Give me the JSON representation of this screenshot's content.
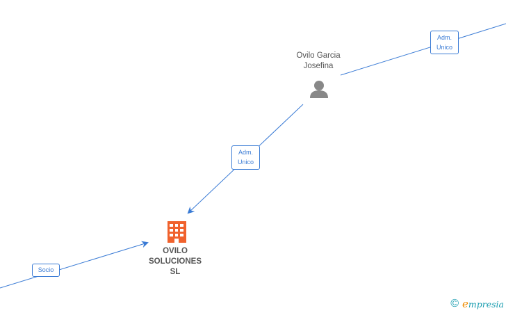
{
  "nodes": {
    "person": {
      "line1": "Ovilo Garcia",
      "line2": "Josefina",
      "icon": "person-icon"
    },
    "company": {
      "line1": "OVILO",
      "line2": "SOLUCIONES",
      "line3": "SL",
      "icon": "building-icon"
    }
  },
  "edges": {
    "top_right": {
      "line1": "Adm.",
      "line2": "Unico"
    },
    "middle": {
      "line1": "Adm.",
      "line2": "Unico"
    },
    "bottom_left": {
      "label": "Socio"
    }
  },
  "footer": {
    "copyright": "©",
    "brand_e": "e",
    "brand_rest": "mpresia"
  },
  "colors": {
    "edge": "#3a7bd5",
    "company_icon": "#f0622d",
    "person_icon": "#888888",
    "brand": "#1a9db0"
  }
}
